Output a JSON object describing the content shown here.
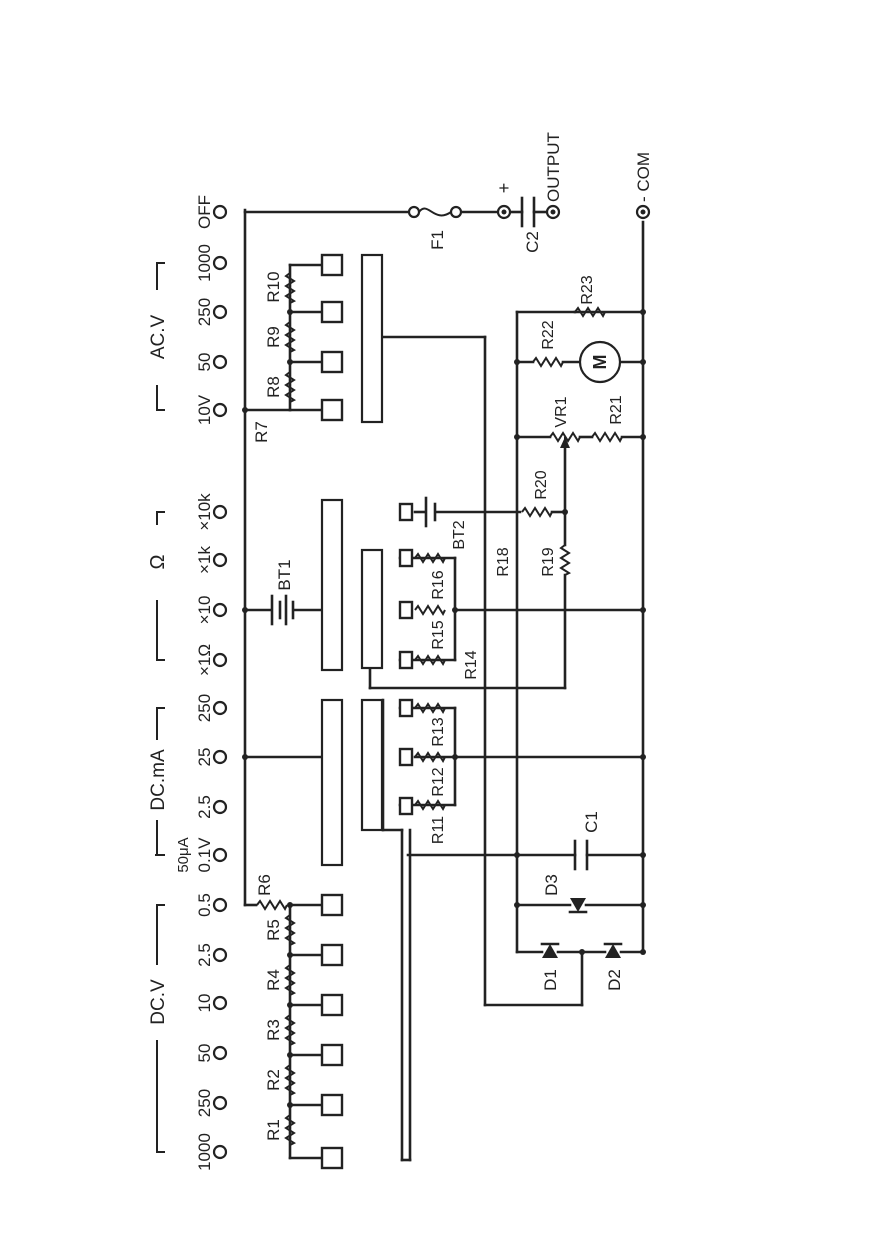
{
  "groups": {
    "dcv": "DC.V",
    "dcma": "DC.mA",
    "ohm": "Ω",
    "acv": "AC.V"
  },
  "ranges": {
    "dcv_1000": "1000",
    "dcv_250": "250",
    "dcv_50": "50",
    "dcv_10": "10",
    "dcv_2_5": "2.5",
    "dcv_0_5": "0.5",
    "dcv_0_1": "0.1V",
    "ua_50": "50μA",
    "ma_2_5": "2.5",
    "ma_25": "25",
    "ma_250": "250",
    "ohm_x1": "×1Ω",
    "ohm_x10": "×10",
    "ohm_x1k": "×1k",
    "ohm_x10k": "×10k",
    "acv_10": "10V",
    "acv_50": "50",
    "acv_250": "250",
    "acv_1000": "1000",
    "off": "OFF"
  },
  "components": {
    "r1": "R1",
    "r2": "R2",
    "r3": "R3",
    "r4": "R4",
    "r5": "R5",
    "r6": "R6",
    "r7": "R7",
    "r8": "R8",
    "r9": "R9",
    "r10": "R10",
    "r11": "R11",
    "r12": "R12",
    "r13": "R13",
    "r14": "R14",
    "r15": "R15",
    "r16": "R16",
    "r18": "R18",
    "r19": "R19",
    "r20": "R20",
    "r21": "R21",
    "r22": "R22",
    "r23": "R23",
    "bt1": "BT1",
    "bt2": "BT2",
    "f1": "F1",
    "c1": "C1",
    "c2": "C2",
    "d1": "D1",
    "d2": "D2",
    "d3": "D3",
    "vr1": "VR1",
    "meter": "M"
  },
  "terminals": {
    "plus": "+",
    "output": "OUTPUT",
    "com": "- COM"
  }
}
